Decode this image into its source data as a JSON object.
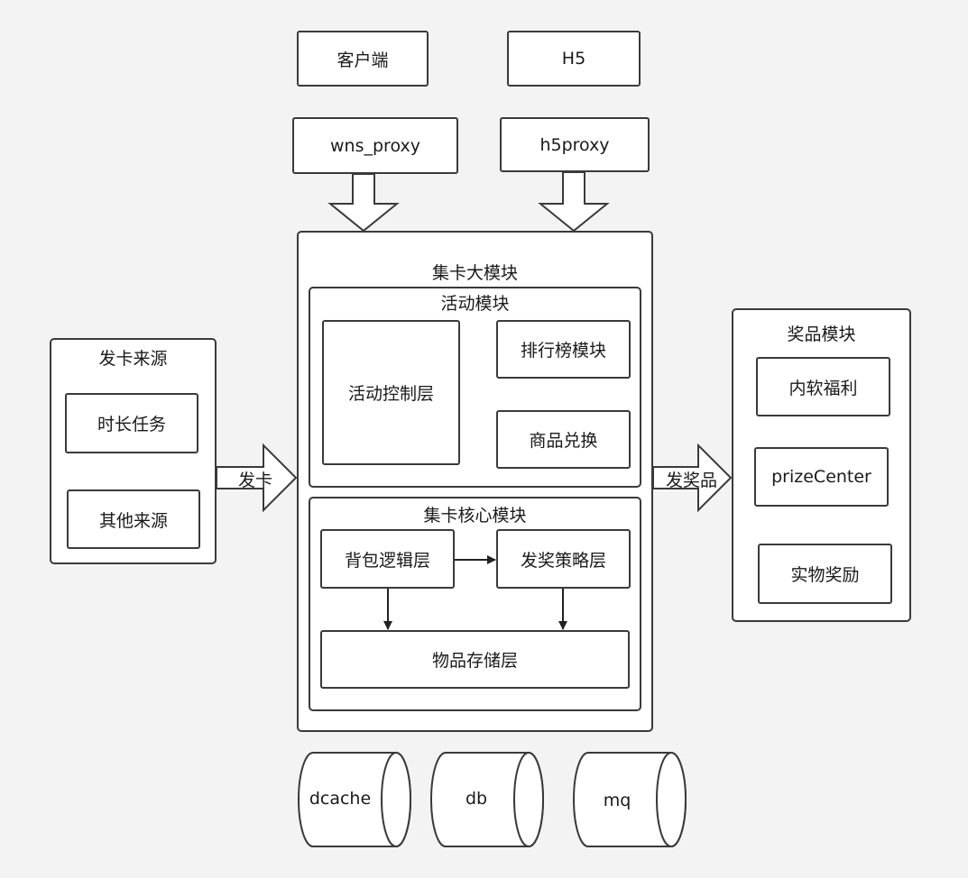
{
  "top": {
    "client": "客户端",
    "h5": "H5",
    "wns_proxy": "wns_proxy",
    "h5proxy": "h5proxy"
  },
  "center": {
    "title": "集卡大模块",
    "activity": {
      "title": "活动模块",
      "control_layer": "活动控制层",
      "ranking": "排行榜模块",
      "exchange": "商品兑换"
    },
    "core": {
      "title": "集卡核心模块",
      "backpack": "背包逻辑层",
      "award_strategy": "发奖策略层",
      "storage": "物品存储层"
    }
  },
  "left": {
    "title": "发卡来源",
    "duration_task": "时长任务",
    "other_sources": "其他来源",
    "arrow_label": "发卡"
  },
  "right": {
    "title": "奖品模块",
    "internal_benefit": "内软福利",
    "prize_center": "prizeCenter",
    "physical_reward": "实物奖励",
    "arrow_label": "发奖品"
  },
  "storage": {
    "dcache": "dcache",
    "db": "db",
    "mq": "mq"
  }
}
